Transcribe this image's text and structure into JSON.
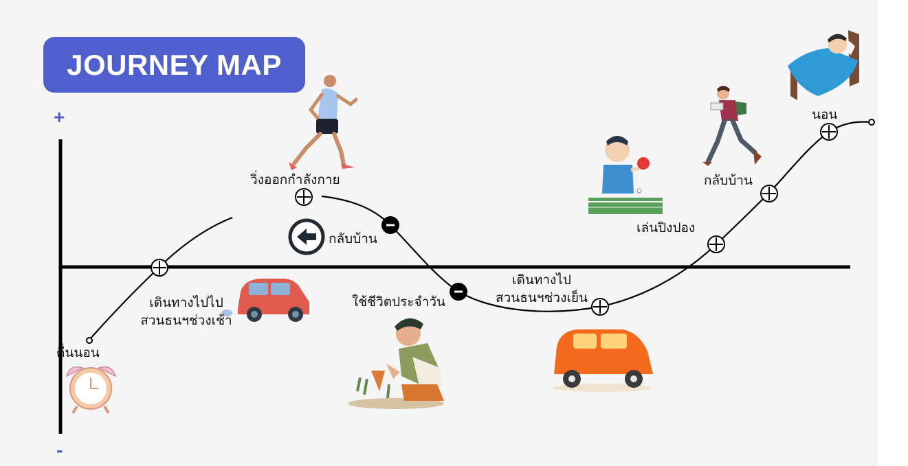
{
  "title": "JOURNEY MAP",
  "axis": {
    "positive": "+",
    "negative": "-"
  },
  "steps": [
    {
      "label": "ตื่นนอน",
      "marker": "start-dot",
      "icon": "alarm-clock-icon"
    },
    {
      "label": "เดินทางไปไป\nสวนธนฯช่วงเช้า",
      "marker": "plus",
      "icon": "red-car-icon"
    },
    {
      "label": "วิ่งออกกำลังกาย",
      "marker": "plus",
      "icon": "runner-icon"
    },
    {
      "label": "กลับบ้าน",
      "marker": "minus",
      "icon": "back-arrow-icon"
    },
    {
      "label": "ใช้ชีวิตประจำวัน",
      "marker": "minus",
      "icon": "gardener-icon"
    },
    {
      "label": "เดินทางไป\nสวนธนฯช่วงเย็น",
      "marker": "plus",
      "icon": "orange-car-icon"
    },
    {
      "label": "เล่นปิงปอง",
      "marker": "plus",
      "icon": "table-tennis-icon"
    },
    {
      "label": "กลับบ้าน",
      "marker": "plus",
      "icon": "walking-student-icon"
    },
    {
      "label": "นอน",
      "marker": "plus",
      "icon": "sleeping-bed-icon"
    }
  ],
  "colors": {
    "accent": "#4f5fcb",
    "background": "#f5f5f5",
    "line": "#000000"
  }
}
